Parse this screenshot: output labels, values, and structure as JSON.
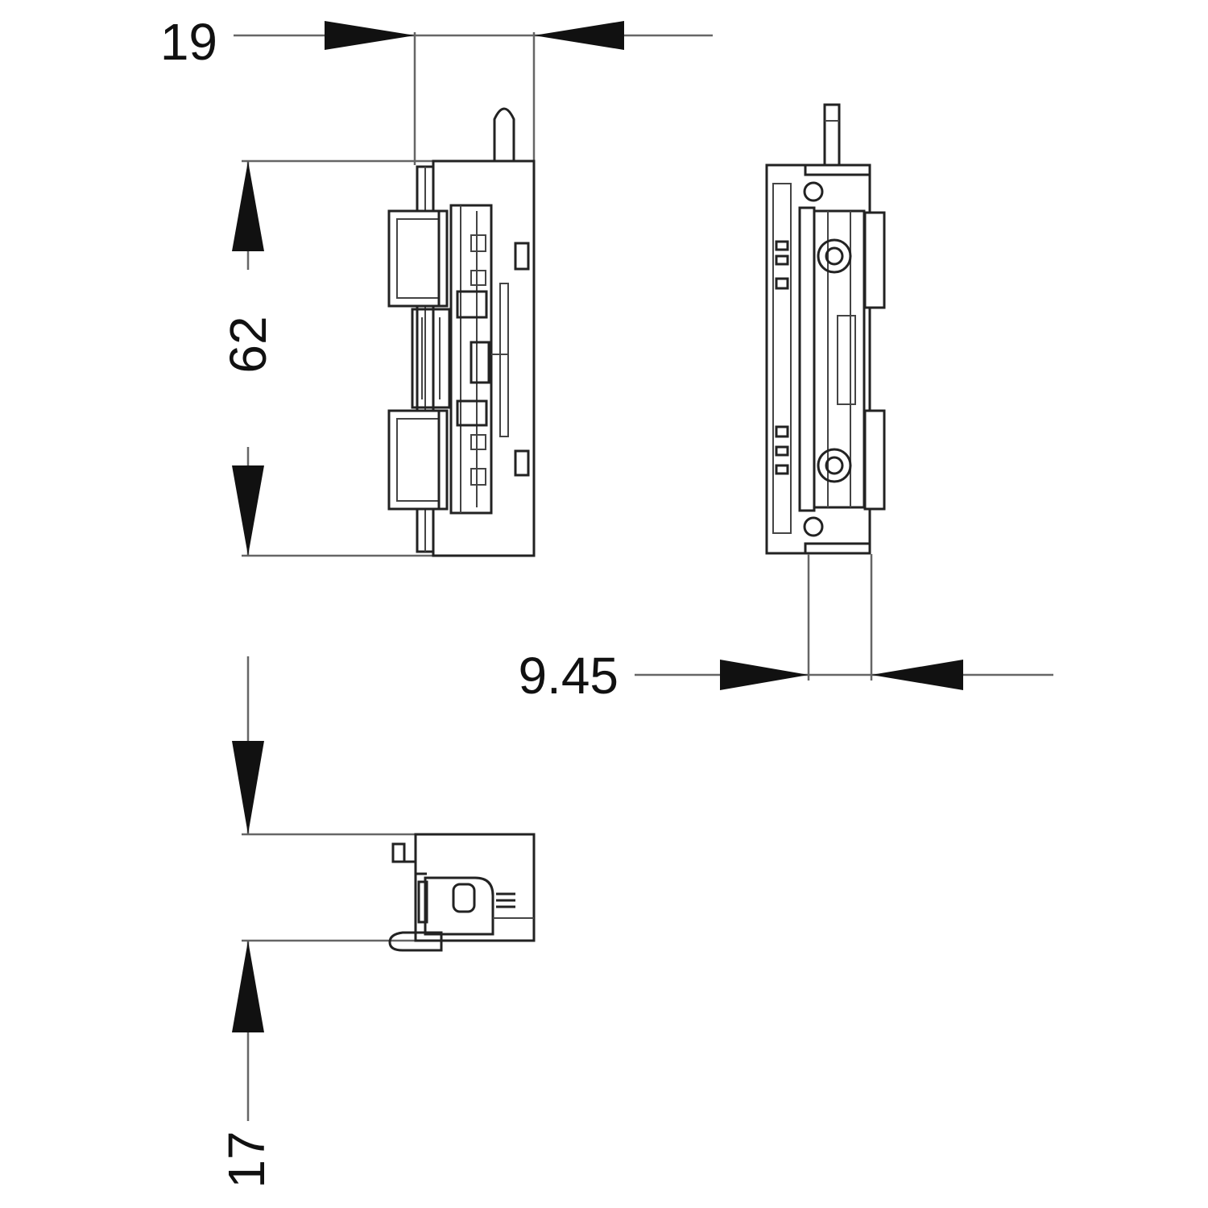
{
  "dimensions": {
    "width_top": "19",
    "height_front": "62",
    "depth_side": "9.45",
    "height_bottom": "17"
  },
  "colors": {
    "line": "#222222",
    "dimension_line": "#666666",
    "arrow": "#111111",
    "background": "#ffffff"
  }
}
